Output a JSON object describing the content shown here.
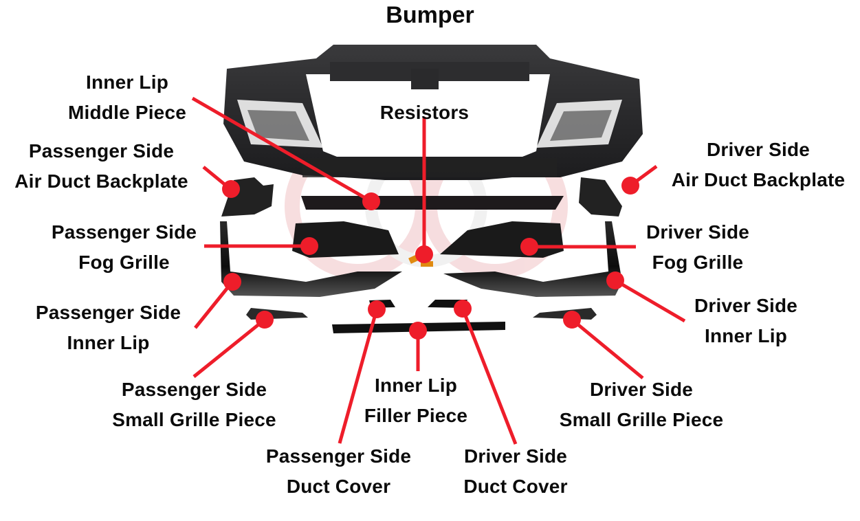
{
  "title": "Bumper",
  "accent_color": "#ee1d2a",
  "watermark_color": "#f2b5b8",
  "labels": {
    "inner_lip_middle": {
      "line1": "Inner Lip",
      "line2": "Middle Piece"
    },
    "resistors": {
      "line1": "Resistors"
    },
    "pass_air_duct": {
      "line1": "Passenger Side",
      "line2": "Air Duct Backplate"
    },
    "drv_air_duct": {
      "line1": "Driver Side",
      "line2": "Air Duct Backplate"
    },
    "pass_fog": {
      "line1": "Passenger Side",
      "line2": "Fog Grille"
    },
    "drv_fog": {
      "line1": "Driver Side",
      "line2": "Fog Grille"
    },
    "pass_inner_lip": {
      "line1": "Passenger Side",
      "line2": "Inner Lip"
    },
    "drv_inner_lip": {
      "line1": "Driver Side",
      "line2": "Inner Lip"
    },
    "pass_small_grille": {
      "line1": "Passenger Side",
      "line2": "Small Grille Piece"
    },
    "drv_small_grille": {
      "line1": "Driver Side",
      "line2": "Small Grille Piece"
    },
    "filler": {
      "line1": "Inner Lip",
      "line2": "Filler Piece"
    },
    "pass_duct_cover": {
      "line1": "Passenger Side",
      "line2": "Duct Cover"
    },
    "drv_duct_cover": {
      "line1": "Driver Side",
      "line2": "Duct Cover"
    }
  },
  "parts": [
    "Bumper",
    "Inner Lip Middle Piece",
    "Resistors",
    "Passenger Side Air Duct Backplate",
    "Driver Side Air Duct Backplate",
    "Passenger Side Fog Grille",
    "Driver Side Fog Grille",
    "Passenger Side Inner Lip",
    "Driver Side Inner Lip",
    "Passenger Side Small Grille Piece",
    "Driver Side Small Grille Piece",
    "Inner Lip Filler Piece",
    "Passenger Side Duct Cover",
    "Driver Side Duct Cover"
  ]
}
